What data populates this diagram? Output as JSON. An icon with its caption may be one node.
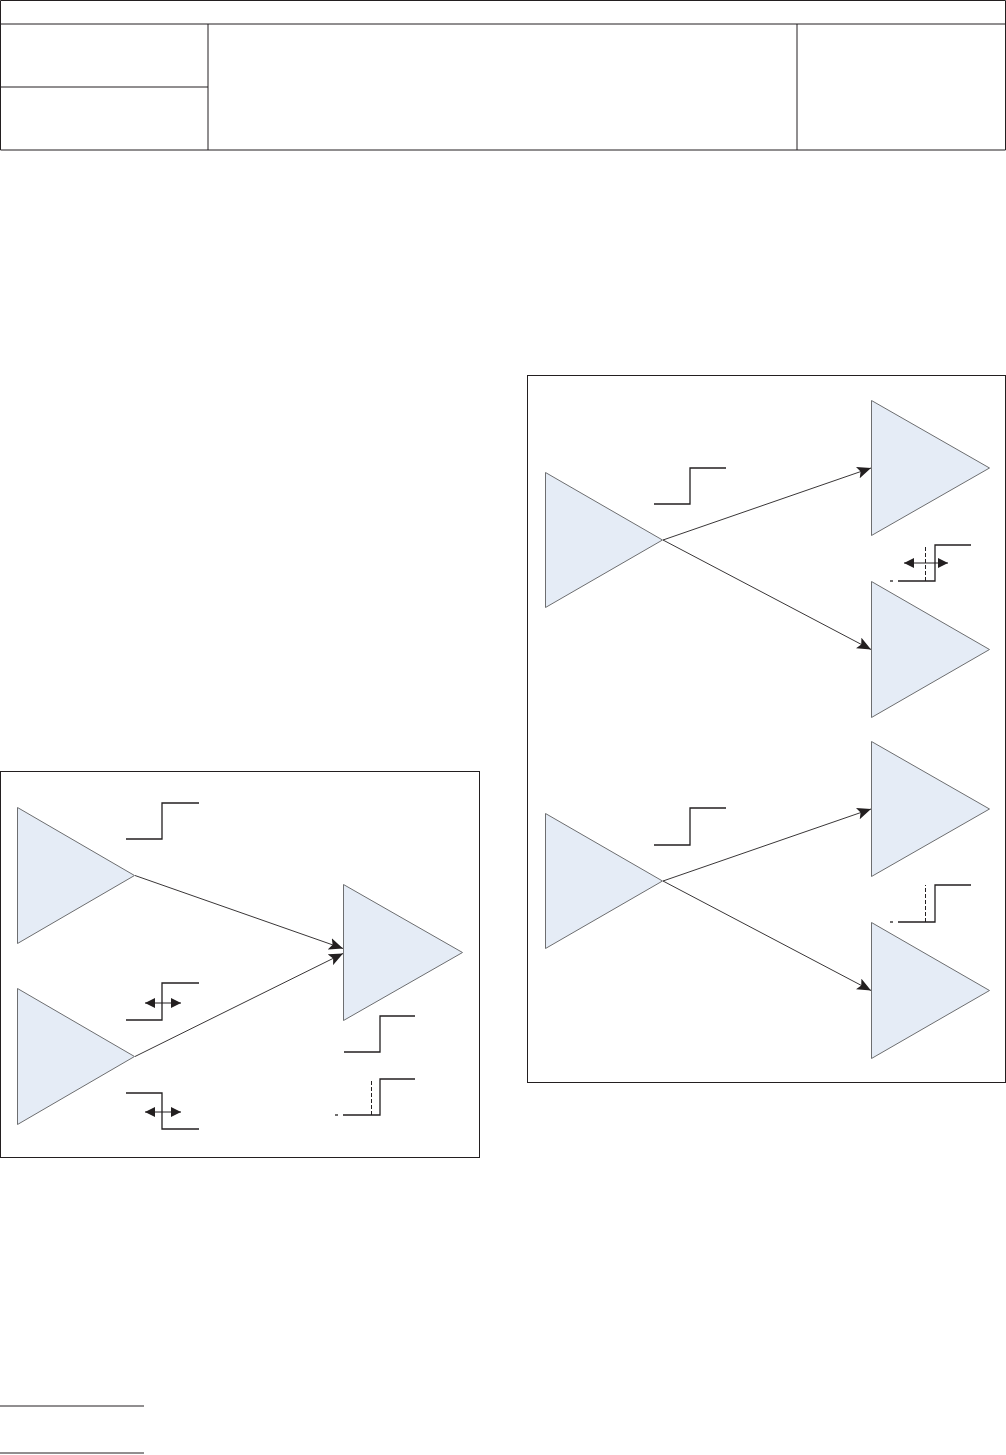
{
  "diagram": {
    "nodes": [
      {
        "text": [],
        "shape": "box"
      },
      {
        "text": [],
        "shape": "triangle",
        "in": 0
      },
      {
        "text": [],
        "shape": "triangle",
        "in": 0
      },
      {
        "text": [],
        "shape": "triangle",
        "in": 0
      },
      {
        "text": [],
        "shape": "box"
      },
      {
        "text": [],
        "shape": "triangle",
        "in": 4
      },
      {
        "text": [],
        "shape": "triangle",
        "in": 4
      },
      {
        "text": [],
        "shape": "triangle",
        "in": 4
      },
      {
        "text": [],
        "shape": "triangle",
        "in": 4
      },
      {
        "text": [],
        "shape": "triangle",
        "in": 4
      },
      {
        "text": [],
        "shape": "triangle",
        "in": 4
      }
    ],
    "edges": [
      {
        "from": 1,
        "to": 3,
        "arrow": "to"
      },
      {
        "from": 2,
        "to": 3,
        "arrow": "to"
      },
      {
        "from": 5,
        "to": 6,
        "arrow": "to"
      },
      {
        "from": 5,
        "to": 7,
        "arrow": "to"
      },
      {
        "from": 8,
        "to": 9,
        "arrow": "to"
      },
      {
        "from": 8,
        "to": 10,
        "arrow": "to"
      }
    ]
  }
}
